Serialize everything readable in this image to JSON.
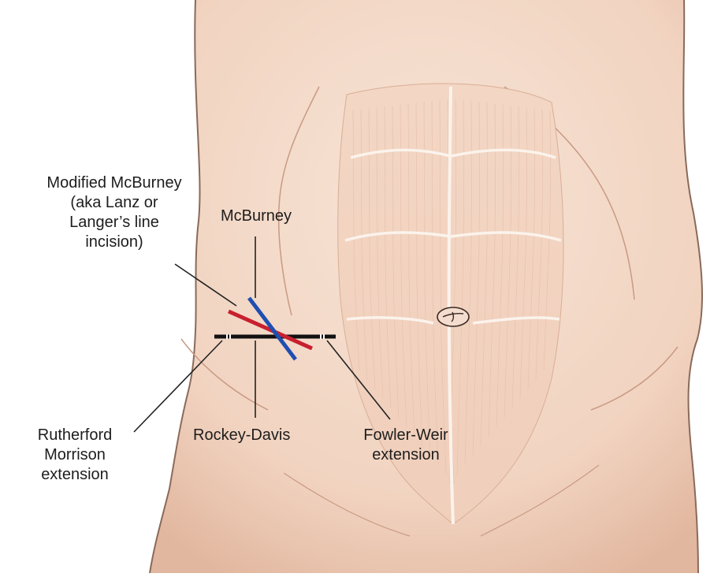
{
  "labels": {
    "modified_mcburney": [
      "Modified McBurney",
      "(aka Lanz or",
      "Langer’s line",
      "incision)"
    ],
    "mcburney": "McBurney",
    "rutherford_morrison": [
      "Rutherford",
      "Morrison",
      "extension"
    ],
    "rockey_davis": "Rockey-Davis",
    "fowler_weir": [
      "Fowler-Weir",
      "extension"
    ]
  },
  "colors": {
    "skin_light": "#f7e4d6",
    "skin": "#f1d3c0",
    "skin_shadow": "#e2b79f",
    "outline": "#8a6a5a",
    "muscle_line": "#fbf3ec",
    "mcburney_incision": "#1f4fb0",
    "modified_mcburney_incision": "#c8202e",
    "rockey_davis_incision": "#111111",
    "leader": "#222222"
  },
  "icons": [
    "umbilicus-icon"
  ]
}
